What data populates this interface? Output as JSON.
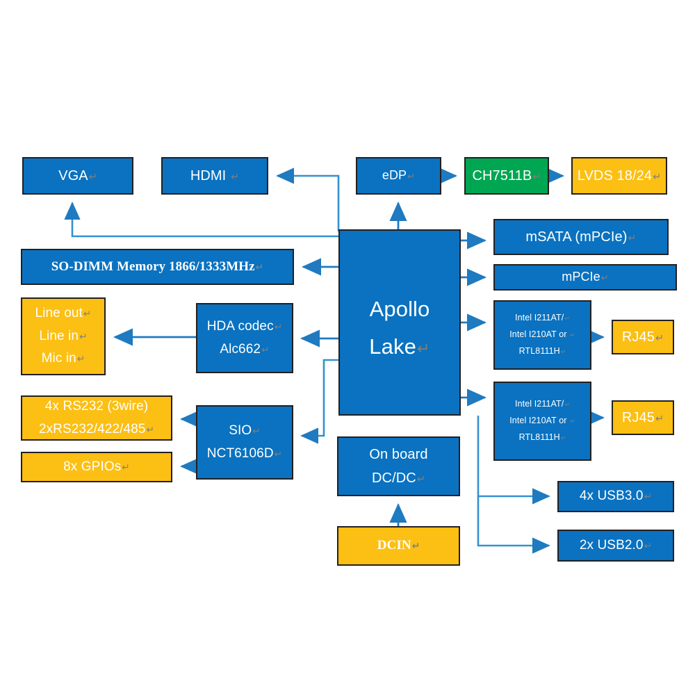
{
  "diagram": {
    "title": "Apollo Lake platform block diagram",
    "colors": {
      "blue": "#0a72c0",
      "yellow": "#fcbf13",
      "green": "#00a651",
      "arrow": "#1f7ac0",
      "border": "#231f20",
      "background": "#ffffff"
    }
  },
  "blocks": {
    "vga": {
      "label": "VGA",
      "cr": "↵",
      "color": "blue"
    },
    "hdmi": {
      "label": "HDMI ",
      "cr": "↵",
      "color": "blue"
    },
    "edp": {
      "label": "eDP",
      "cr": "↵",
      "color": "blue"
    },
    "ch7511b": {
      "label": "CH7511B",
      "cr": "↵",
      "color": "green"
    },
    "lvds": {
      "label": "LVDS 18/24",
      "cr": "↵",
      "color": "yellow"
    },
    "apollo": {
      "line1": "Apollo",
      "line2": "Lake",
      "cr": "↵",
      "color": "blue"
    },
    "sodimm": {
      "label": "SO-DIMM Memory   1866/1333MHz",
      "cr": "↵",
      "color": "blue"
    },
    "msata": {
      "label": "mSATA (mPCIe)",
      "cr": "↵",
      "color": "blue"
    },
    "mpcie": {
      "label": "mPCIe",
      "cr": "↵",
      "color": "blue"
    },
    "audio": {
      "line1": "Line out",
      "line2": "Line in",
      "line3": "Mic in",
      "cr": "↵",
      "color": "yellow"
    },
    "hda": {
      "line1": "HDA codec",
      "line2": "Alc662",
      "cr": "↵",
      "color": "blue"
    },
    "eth1": {
      "line1": "Intel I211AT/",
      "line2": "Intel I210AT or ",
      "line3": "RTL8111H",
      "cr": "↵",
      "color": "blue"
    },
    "eth2": {
      "line1": "Intel I211AT/",
      "line2": "Intel I210AT or ",
      "line3": "RTL8111H",
      "cr": "↵",
      "color": "blue"
    },
    "rj45a": {
      "label": "RJ45",
      "cr": "↵",
      "color": "yellow"
    },
    "rj45b": {
      "label": "RJ45",
      "cr": "↵",
      "color": "yellow"
    },
    "rs232": {
      "line1": "4x RS232 (3wire)",
      "line2": "2xRS232/422/485",
      "cr": "↵",
      "color": "yellow"
    },
    "gpio": {
      "label": "8x GPIOs",
      "cr": "↵",
      "color": "yellow"
    },
    "sio": {
      "line1": "SIO",
      "line2": "NCT6106D",
      "cr": "↵",
      "color": "blue"
    },
    "dcdc": {
      "line1": "On board",
      "line2": "DC/DC",
      "cr": "↵",
      "color": "blue"
    },
    "dcin": {
      "label": "DCIN",
      "cr": "↵",
      "color": "yellow"
    },
    "usb3": {
      "label": "4x USB3.0",
      "cr": "↵",
      "color": "blue"
    },
    "usb2": {
      "label": "2x USB2.0",
      "cr": "↵",
      "color": "blue"
    }
  },
  "connections": [
    {
      "from": "apollo",
      "to": "vga",
      "name": "apollo-to-vga"
    },
    {
      "from": "apollo",
      "to": "hdmi",
      "name": "apollo-to-hdmi"
    },
    {
      "from": "apollo",
      "to": "edp",
      "name": "apollo-to-edp"
    },
    {
      "from": "edp",
      "to": "ch7511b",
      "name": "edp-to-ch7511b"
    },
    {
      "from": "ch7511b",
      "to": "lvds",
      "name": "ch7511b-to-lvds"
    },
    {
      "from": "apollo",
      "to": "sodimm",
      "name": "apollo-to-sodimm"
    },
    {
      "from": "apollo",
      "to": "msata",
      "name": "apollo-to-msata"
    },
    {
      "from": "apollo",
      "to": "mpcie",
      "name": "apollo-to-mpcie"
    },
    {
      "from": "apollo",
      "to": "eth1",
      "name": "apollo-to-eth1"
    },
    {
      "from": "apollo",
      "to": "eth2",
      "name": "apollo-to-eth2"
    },
    {
      "from": "eth1",
      "to": "rj45a",
      "name": "eth1-to-rj45a"
    },
    {
      "from": "eth2",
      "to": "rj45b",
      "name": "eth2-to-rj45b"
    },
    {
      "from": "apollo",
      "to": "hda",
      "name": "apollo-to-hda"
    },
    {
      "from": "hda",
      "to": "audio",
      "name": "hda-to-audio"
    },
    {
      "from": "apollo",
      "to": "sio",
      "name": "apollo-to-sio"
    },
    {
      "from": "sio",
      "to": "rs232",
      "name": "sio-to-rs232"
    },
    {
      "from": "sio",
      "to": "gpio",
      "name": "sio-to-gpio"
    },
    {
      "from": "dcin",
      "to": "dcdc",
      "name": "dcin-to-dcdc"
    },
    {
      "from": "apollo",
      "to": "usb3",
      "name": "apollo-to-usb3"
    },
    {
      "from": "apollo",
      "to": "usb2",
      "name": "apollo-to-usb2"
    }
  ]
}
